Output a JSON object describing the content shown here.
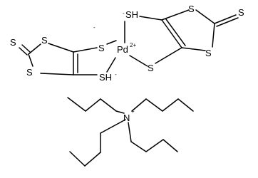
{
  "palladium_complex": {
    "metal": "Pd",
    "metal_charge": "2+",
    "left_ligand": {
      "thione_s": "S",
      "ring_s_top": "S",
      "ring_s_bottom": "S",
      "thiolate_top": "S",
      "thiolate_bottom": "SH",
      "thiolate_bottom_charge": "-",
      "thiolate_top_charge": "-"
    },
    "right_ligand": {
      "thione_s": "S",
      "ring_s_top": "S",
      "ring_s_bottom": "S",
      "thiolate_top": "SH",
      "thiolate_top_charge": "-",
      "thiolate_bottom": "S"
    }
  },
  "counterion": {
    "nitrogen": "N",
    "nitrogen_charge": "+"
  },
  "colors": {
    "bond": "#000000",
    "text": "#000000",
    "background": "#ffffff"
  }
}
